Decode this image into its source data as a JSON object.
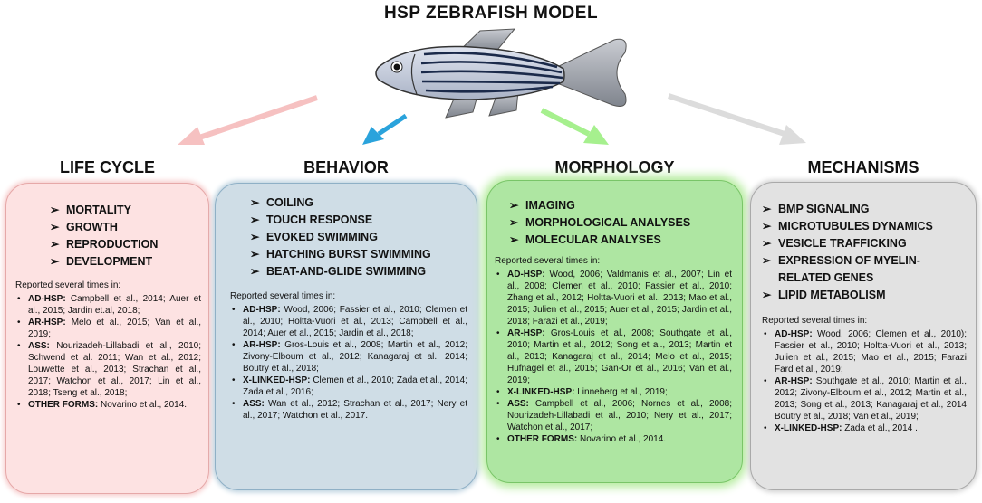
{
  "title": "HSP ZEBRAFISH MODEL",
  "colors": {
    "life_cycle": "#fde2e2",
    "behavior": "#cfdde6",
    "morphology": "#aee6a2",
    "mechanisms": "#e2e2e2",
    "arrow_life": "#f6c1c1",
    "arrow_behavior": "#2aa3dc",
    "arrow_morphology": "#a6f08e",
    "arrow_mechanisms": "#dcdcdc"
  },
  "chevron_icon": "➢",
  "sections": [
    {
      "heading": "LIFE CYCLE",
      "items": [
        "MORTALITY",
        "GROWTH",
        "REPRODUCTION",
        "DEVELOPMENT"
      ],
      "reported_label": "Reported several times in:",
      "refs": [
        {
          "label": "AD-HSP:",
          "text": " Campbell et al., 2014; Auer et al., 2015; Jardin et.al, 2018;"
        },
        {
          "label": "AR-HSP:",
          "text": " Melo et al., 2015; Van et al., 2019;"
        },
        {
          "label": "ASS:",
          "text": " Nourizadeh-Lillabadi et al., 2010; Schwend et al. 2011; Wan et al., 2012; Louwette et al., 2013; Strachan et al., 2017; Watchon et al., 2017; Lin et al., 2018; Tseng et al., 2018;"
        },
        {
          "label": "OTHER FORMS:",
          "text": " Novarino et al., 2014."
        }
      ]
    },
    {
      "heading": "BEHAVIOR",
      "items": [
        "COILING",
        "TOUCH RESPONSE",
        "EVOKED SWIMMING",
        "HATCHING BURST SWIMMING",
        "BEAT-AND-GLIDE SWIMMING"
      ],
      "reported_label": "Reported several times in:",
      "refs": [
        {
          "label": "AD-HSP:",
          "text": " Wood, 2006; Fassier et al., 2010; Clemen et al., 2010; Holtta-Vuori et al., 2013; Campbell et al., 2014; Auer et al., 2015; Jardin et al., 2018;"
        },
        {
          "label": "AR-HSP:",
          "text": " Gros-Louis et al., 2008; Martin et al., 2012; Zivony-Elboum et al., 2012; Kanagaraj et al., 2014; Boutry et al., 2018;"
        },
        {
          "label": "X-LINKED-HSP:",
          "text": " Clemen et al., 2010; Zada et al., 2014; Zada et al., 2016;"
        },
        {
          "label": "ASS:",
          "text": " Wan et al., 2012; Strachan et al., 2017; Nery et al., 2017; Watchon et al., 2017."
        }
      ]
    },
    {
      "heading": "MORPHOLOGY",
      "items": [
        "IMAGING",
        "MORPHOLOGICAL ANALYSES",
        "MOLECULAR ANALYSES"
      ],
      "reported_label": "Reported several times in:",
      "refs": [
        {
          "label": "AD-HSP:",
          "text": " Wood, 2006; Valdmanis et al., 2007; Lin et al., 2008; Clemen et al., 2010; Fassier et al., 2010; Zhang et al., 2012; Holtta-Vuori et al., 2013; Mao et al., 2015; Julien et al., 2015; Auer et al., 2015; Jardin et al., 2018; Farazi et al., 2019;"
        },
        {
          "label": "AR-HSP:",
          "text": " Gros-Louis et al., 2008; Southgate et al., 2010; Martin et al., 2012; Song et al., 2013; Martin et al., 2013; Kanagaraj et al., 2014; Melo et al., 2015; Hufnagel et al., 2015; Gan-Or et al., 2016; Van et al., 2019;"
        },
        {
          "label": "X-LINKED-HSP:",
          "text": " Linneberg et al., 2019;"
        },
        {
          "label": "ASS:",
          "text": " Campbell et al., 2006; Nornes et al., 2008; Nourizadeh-Lillabadi et al., 2010; Nery et al., 2017; Watchon et al., 2017;"
        },
        {
          "label": "OTHER FORMS:",
          "text": " Novarino et al., 2014."
        }
      ]
    },
    {
      "heading": "MECHANISMS",
      "items": [
        "BMP SIGNALING",
        "MICROTUBULES DYNAMICS",
        "VESICLE TRAFFICKING",
        "EXPRESSION OF MYELIN-RELATED GENES",
        "LIPID METABOLISM"
      ],
      "reported_label": "Reported several times in:",
      "refs": [
        {
          "label": "AD-HSP:",
          "text": " Wood, 2006; Clemen et al., 2010); Fassier et al., 2010; Holtta-Vuori et al., 2013; Julien et al., 2015; Mao et al., 2015; Farazi Fard et al., 2019;"
        },
        {
          "label": "AR-HSP:",
          "text": " Southgate et al., 2010; Martin et al., 2012; Zivony-Elboum et al., 2012; Martin et al., 2013; Song et al., 2013; Kanagaraj et al., 2014 Boutry et al., 2018; Van et al., 2019;"
        },
        {
          "label": "X-LINKED-HSP:",
          "text": " Zada et al., 2014 ."
        }
      ]
    }
  ]
}
